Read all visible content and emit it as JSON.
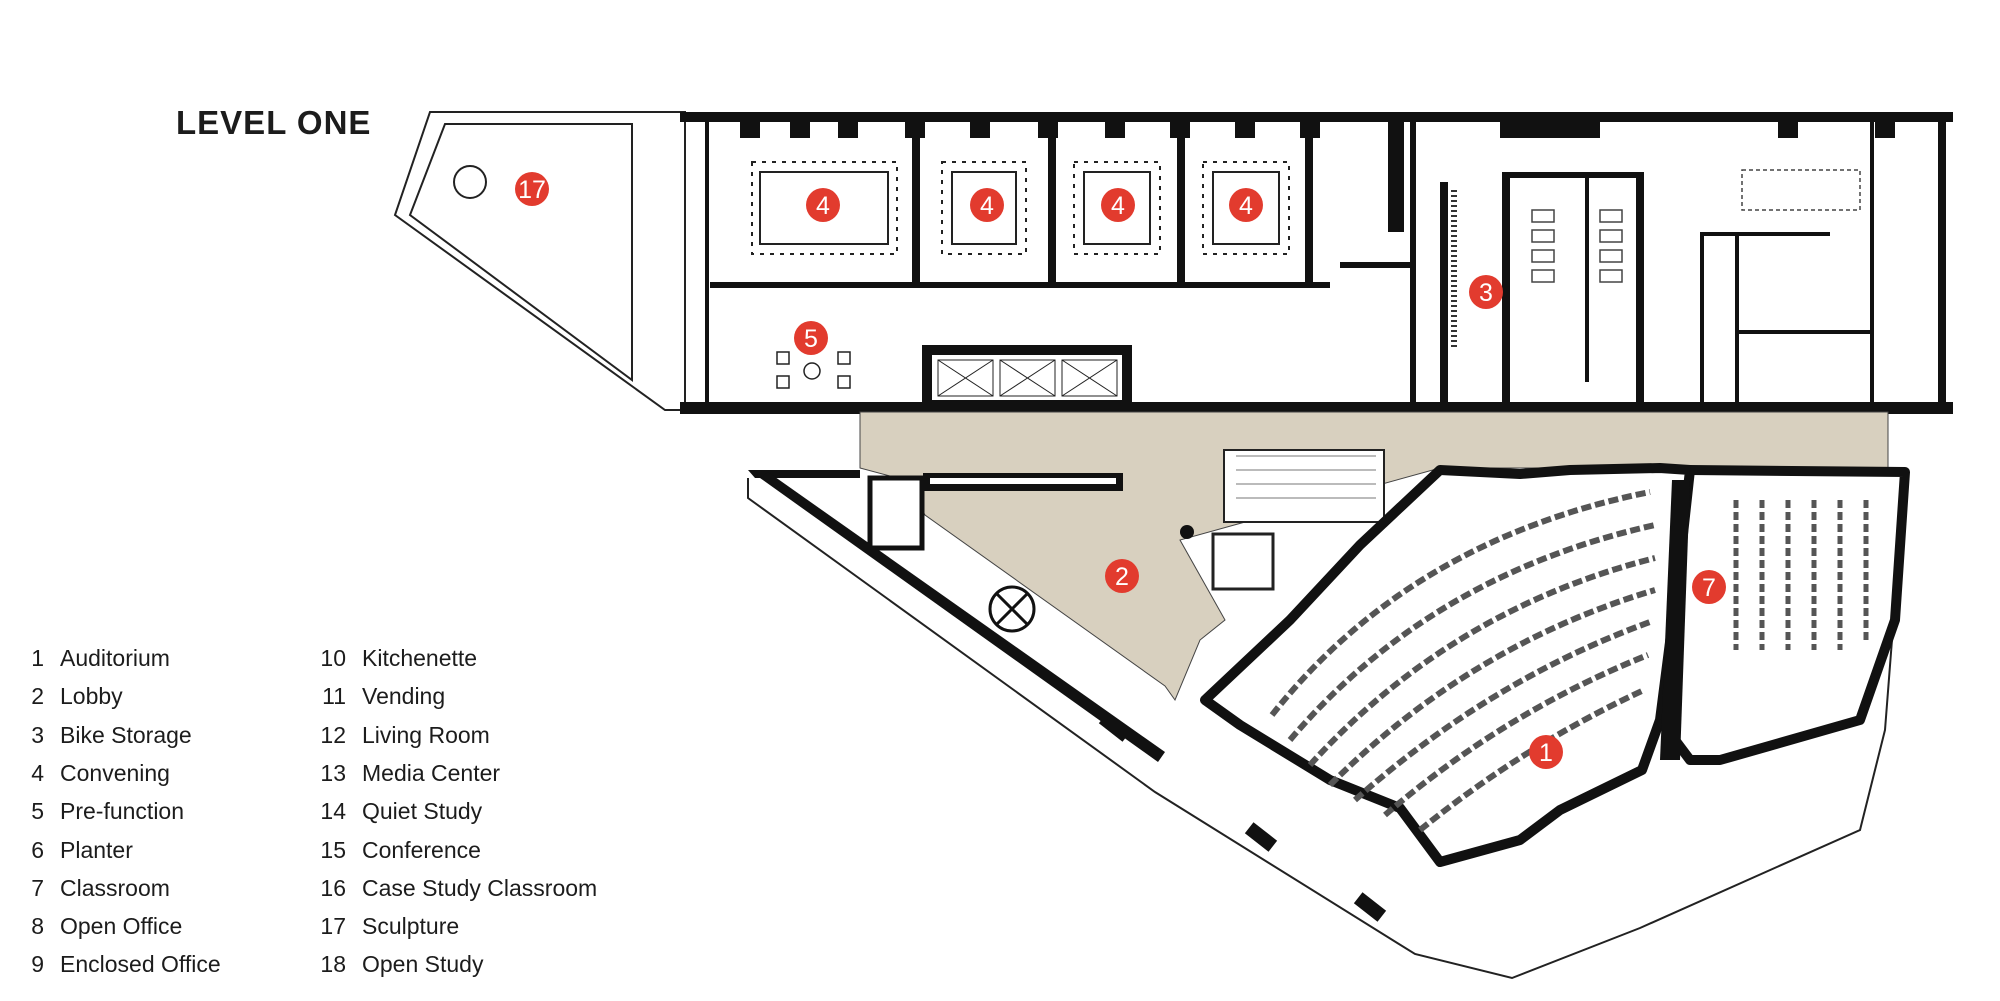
{
  "title": "LEVEL ONE",
  "colors": {
    "marker": "#e23b2e",
    "wall": "#111111",
    "lobby_fill": "#d8d0bf",
    "line": "#222222"
  },
  "legend": [
    {
      "num": "1",
      "label": "Auditorium"
    },
    {
      "num": "2",
      "label": "Lobby"
    },
    {
      "num": "3",
      "label": "Bike Storage"
    },
    {
      "num": "4",
      "label": "Convening"
    },
    {
      "num": "5",
      "label": "Pre-function"
    },
    {
      "num": "6",
      "label": "Planter"
    },
    {
      "num": "7",
      "label": "Classroom"
    },
    {
      "num": "8",
      "label": "Open Office"
    },
    {
      "num": "9",
      "label": "Enclosed Office"
    },
    {
      "num": "10",
      "label": "Kitchenette"
    },
    {
      "num": "11",
      "label": "Vending"
    },
    {
      "num": "12",
      "label": "Living Room"
    },
    {
      "num": "13",
      "label": "Media Center"
    },
    {
      "num": "14",
      "label": "Quiet Study"
    },
    {
      "num": "15",
      "label": "Conference"
    },
    {
      "num": "16",
      "label": "Case Study Classroom"
    },
    {
      "num": "17",
      "label": "Sculpture"
    },
    {
      "num": "18",
      "label": "Open Study"
    }
  ],
  "markers": [
    "17",
    "4",
    "4",
    "4",
    "4",
    "5",
    "3",
    "2",
    "7",
    "1"
  ]
}
